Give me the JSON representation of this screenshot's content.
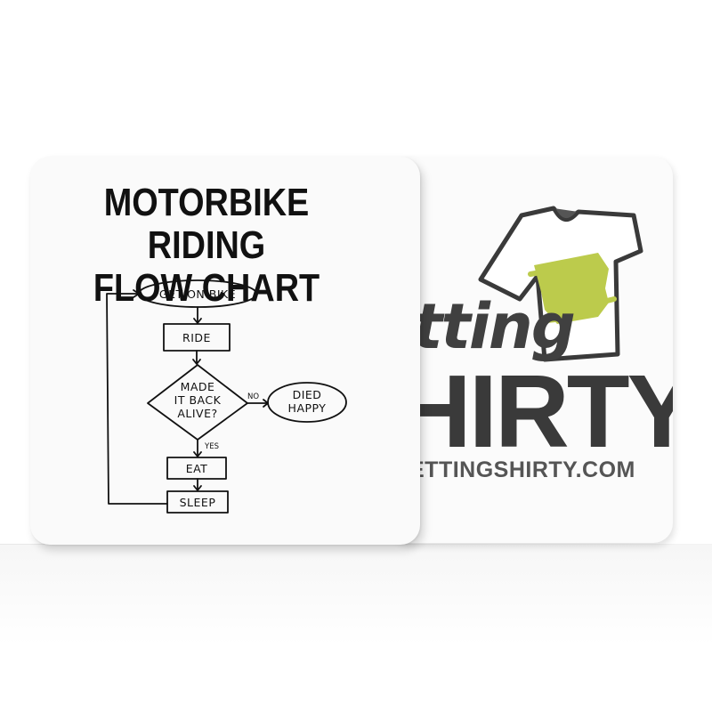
{
  "front_coaster": {
    "title_line1": "MOTORBIKE RIDING",
    "title_line2": "FLOW CHART",
    "flowchart": {
      "start": "GET ON BIKE",
      "step1": "RIDE",
      "decision_line1": "MADE",
      "decision_line2": "IT BACK",
      "decision_line3": "ALIVE?",
      "no_label": "NO",
      "yes_label": "YES",
      "end_line1": "DIED",
      "end_line2": "HAPPY",
      "step2": "EAT",
      "step3": "SLEEP"
    }
  },
  "back_coaster": {
    "logo_script": "tting",
    "logo_block": "HIRTY",
    "url": "ETTINGSHIRTY.COM",
    "icon": "tshirt-icon",
    "accent_color": "#bccb4c"
  }
}
